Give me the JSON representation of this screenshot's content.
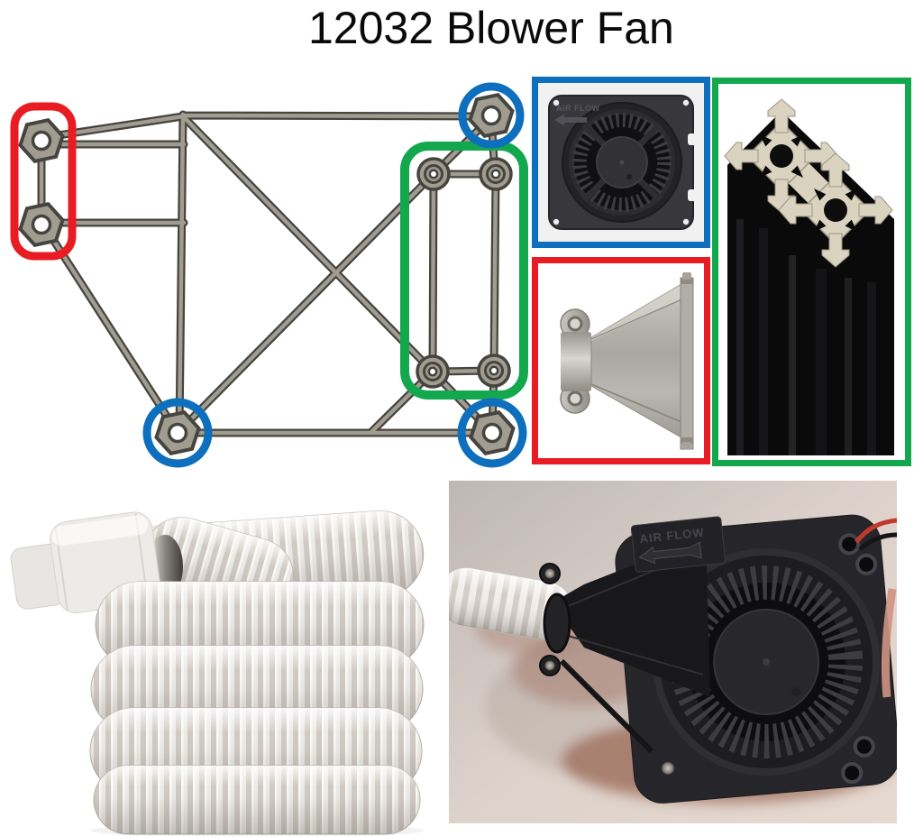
{
  "title": "12032 Blower Fan",
  "colors": {
    "red_callout": "#e91c24",
    "green_callout": "#13a84e",
    "blue_callout": "#0d6fbd"
  },
  "photos": {
    "blower_fan": {
      "air_flow_label": "AIR FLOW",
      "arrow_direction": "left"
    },
    "assembled": {
      "air_flow_label": "AIR FLOW",
      "arrow_direction": "left"
    }
  }
}
